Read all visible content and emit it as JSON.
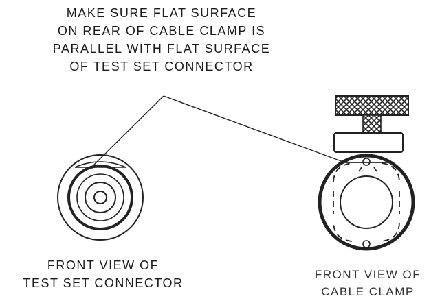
{
  "note": {
    "lines": [
      "MAKE SURE FLAT SURFACE",
      "ON REAR OF CABLE CLAMP IS",
      "PARALLEL WITH FLAT SURFACE",
      "OF TEST SET CONNECTOR"
    ]
  },
  "labels": {
    "connector": [
      "FRONT VIEW OF",
      "TEST SET CONNECTOR"
    ],
    "clamp": [
      "FRONT VIEW OF",
      "CABLE CLAMP"
    ]
  }
}
